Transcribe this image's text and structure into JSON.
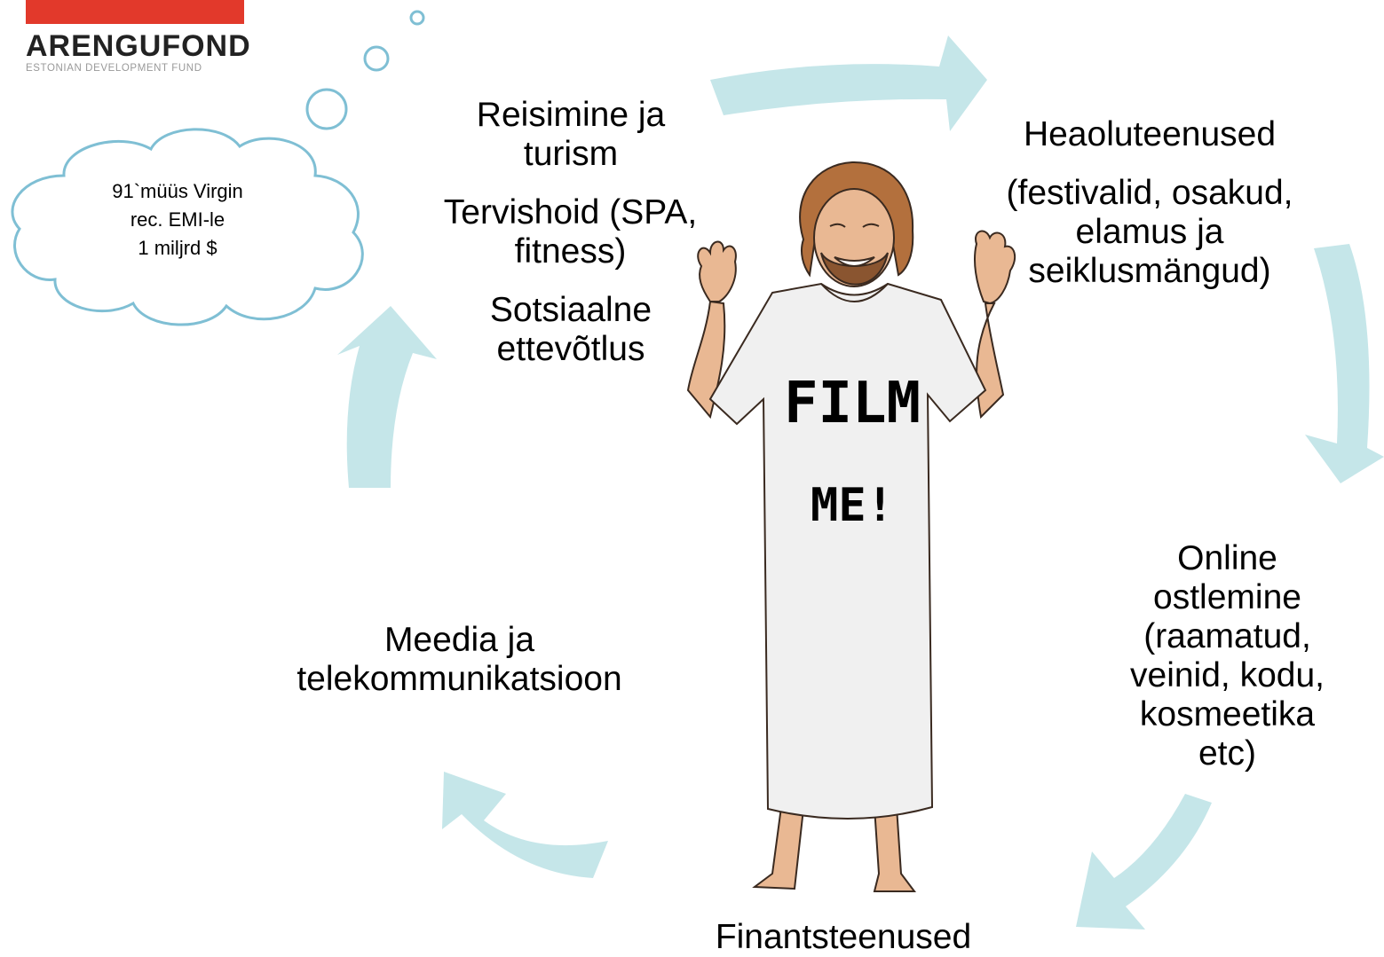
{
  "logo": {
    "name": "ARENGUFOND",
    "subtitle": "ESTONIAN DEVELOPMENT FUND",
    "bar_color": "#e2392b"
  },
  "thought_bubble": {
    "lines": [
      "91`müüs Virgin",
      "rec. EMI-le",
      "1 miljrd $"
    ]
  },
  "figure": {
    "shirt_lines": [
      "FILM",
      "ME!"
    ],
    "icon": "cartoon-man-icon"
  },
  "cycle": {
    "arrow_color": "#c5e6e9",
    "top_left": {
      "item1": [
        "Reisimine ja",
        "turism"
      ],
      "item2": [
        "Tervishoid (SPA,",
        "fitness)"
      ],
      "item3": [
        "Sotsiaalne",
        "ettevõtlus"
      ]
    },
    "top_right": {
      "title": "Heaoluteenused",
      "detail": [
        "(festivalid, osakud,",
        "elamus ja",
        "seiklusmängud)"
      ]
    },
    "right": {
      "lines": [
        "Online",
        "ostlemine",
        "(raamatud,",
        "veinid, kodu,",
        "kosmeetika",
        "etc)"
      ]
    },
    "bottom": {
      "title": "Finantsteenused"
    },
    "left": {
      "lines": [
        "Meedia ja",
        "telekommunikatsioon"
      ]
    }
  }
}
